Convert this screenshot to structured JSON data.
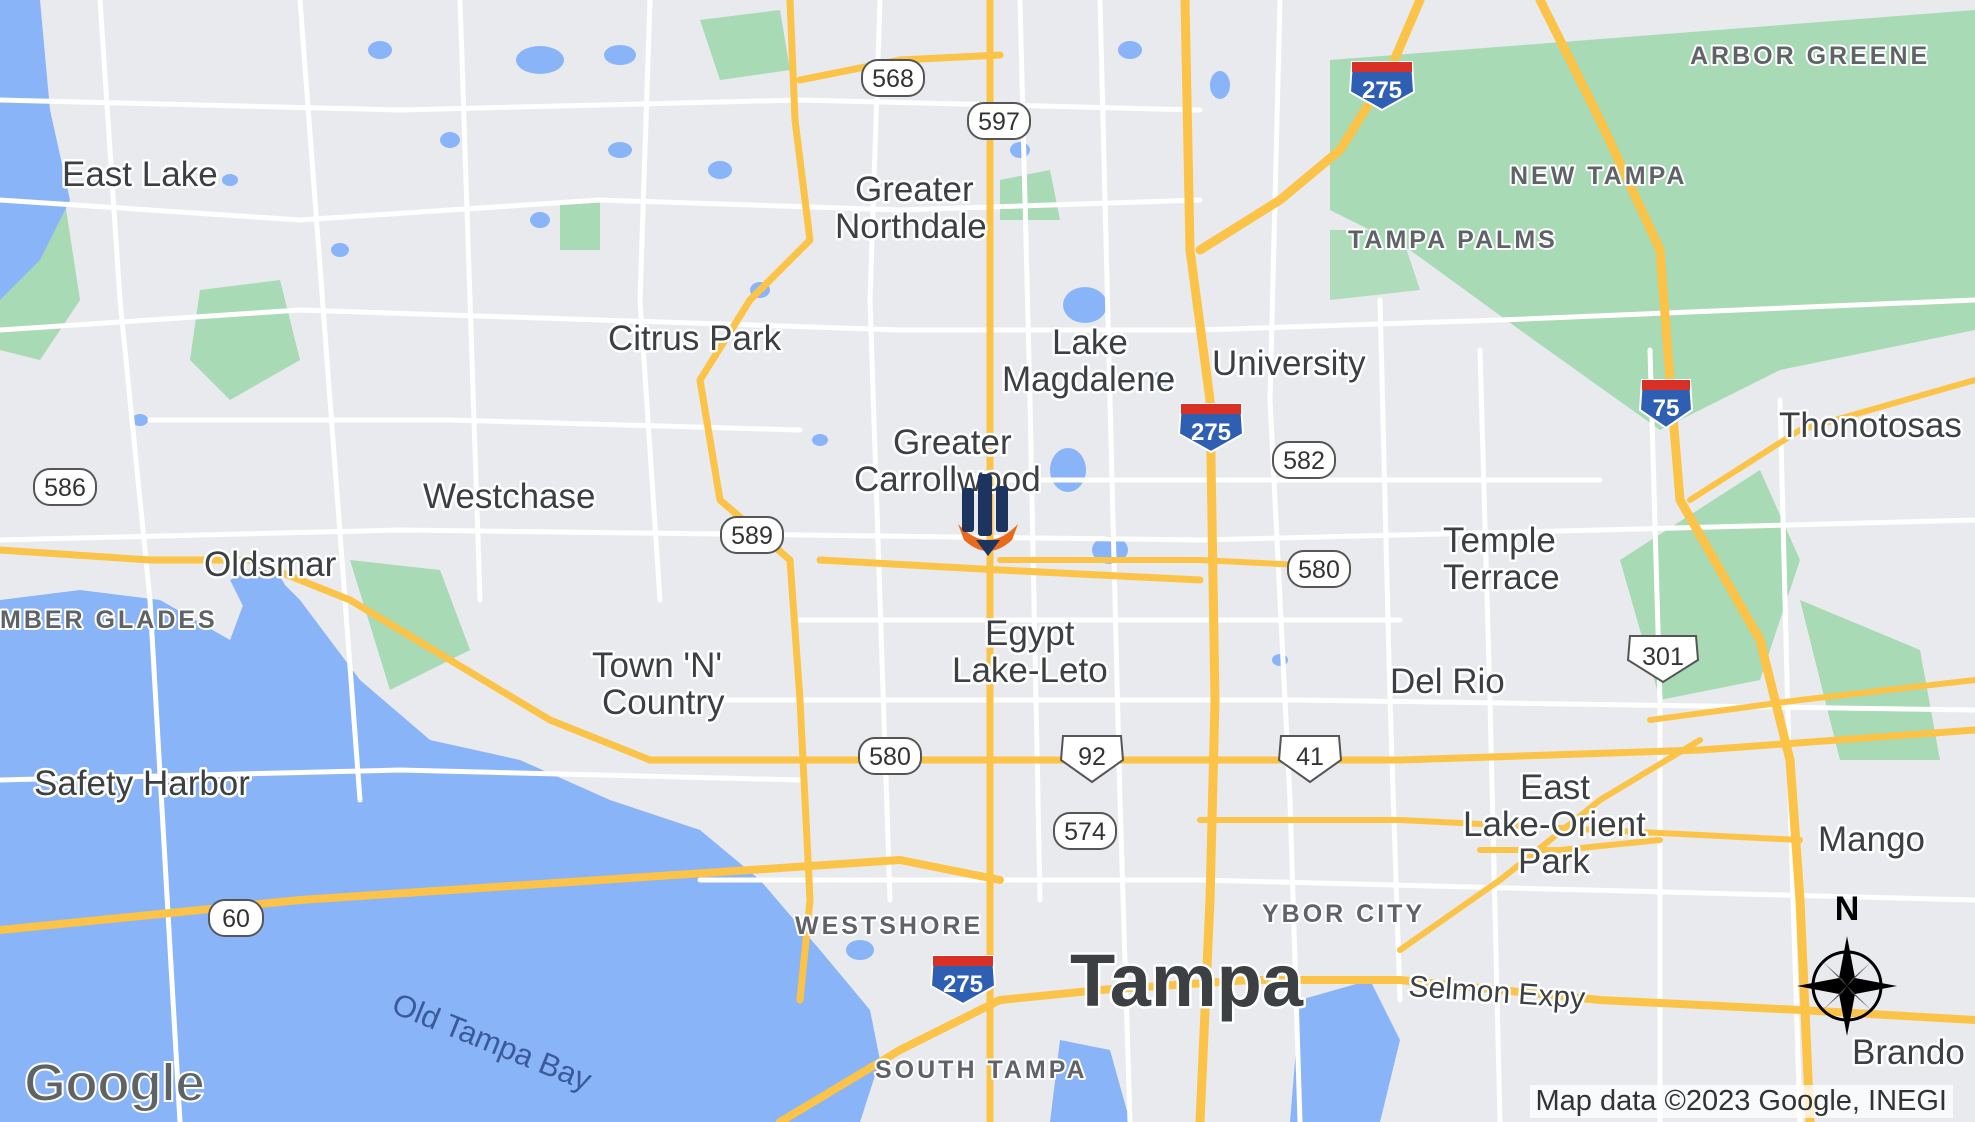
{
  "map": {
    "city_label": "Tampa",
    "places": {
      "east_lake": "East Lake",
      "greater_northdale_1": "Greater",
      "greater_northdale_2": "Northdale",
      "citrus_park": "Citrus Park",
      "lake_magdalene_1": "Lake",
      "lake_magdalene_2": "Magdalene",
      "university": "University",
      "greater_carrollwood_1": "Greater",
      "greater_carrollwood_2": "Carrollwood",
      "westchase": "Westchase",
      "oldsmar": "Oldsmar",
      "thonotosassa": "Thonotosas",
      "temple_terrace_1": "Temple",
      "temple_terrace_2": "Terrace",
      "egypt_lake_1": "Egypt",
      "egypt_lake_2": "Lake-Leto",
      "town_country_1": "Town 'N'",
      "town_country_2": "Country",
      "del_rio": "Del Rio",
      "safety_harbor": "Safety Harbor",
      "east_lake_orient_1": "East",
      "east_lake_orient_2": "Lake-Orient",
      "east_lake_orient_3": "Park",
      "mango": "Mango",
      "brandon": "Brando"
    },
    "neighborhoods": {
      "arbor_greene": "ARBOR GREENE",
      "new_tampa": "NEW TAMPA",
      "tampa_palms": "TAMPA PALMS",
      "timber_glades": "MBER GLADES",
      "westshore": "WESTSHORE",
      "ybor_city": "YBOR CITY",
      "south_tampa": "SOUTH TAMPA"
    },
    "water": {
      "old_tampa_bay": "Old Tampa Bay"
    },
    "roads": {
      "selmon": "Selmon Expy"
    },
    "shields": {
      "r568": "568",
      "r597": "597",
      "r586": "586",
      "r589": "589",
      "r582": "582",
      "r580a": "580",
      "r580b": "580",
      "r574": "574",
      "r60": "60",
      "us92": "92",
      "us41": "41",
      "us301": "301",
      "i275a": "275",
      "i275b": "275",
      "i275c": "275",
      "i75": "75"
    },
    "compass_north": "N",
    "attribution": "Map data ©2023 Google, INEGI",
    "logo": "Google",
    "colors": {
      "land": "#e8eaed",
      "water": "#8ab4f8",
      "park": "#a8dab5",
      "highway": "#fbc347",
      "road": "#ffffff",
      "marker_navy": "#1d3461",
      "marker_orange": "#e86a1c"
    }
  }
}
